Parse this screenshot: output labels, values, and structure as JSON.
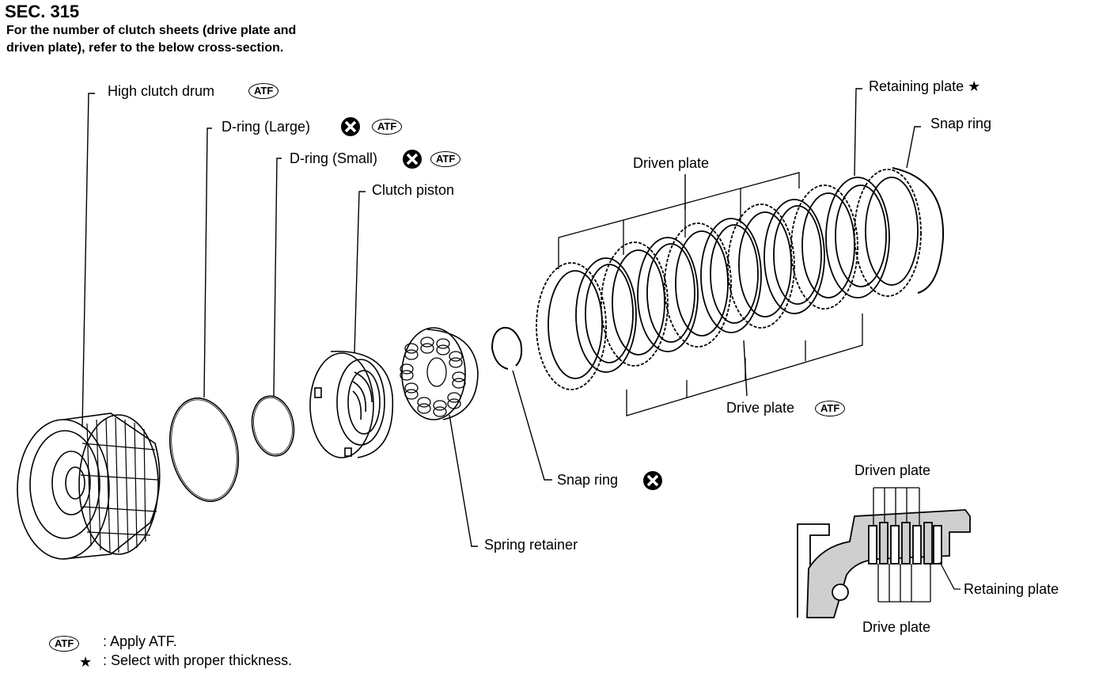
{
  "section": "SEC. 315",
  "note_line1": "For the number of clutch sheets (drive plate and",
  "note_line2": "driven plate), refer to the below cross-section.",
  "atf_tag": "ATF",
  "labels": {
    "high_clutch_drum": "High clutch drum",
    "d_ring_large": "D-ring (Large)",
    "d_ring_small": "D-ring (Small)",
    "clutch_piston": "Clutch piston",
    "driven_plate": "Driven plate",
    "retaining_plate": "Retaining plate",
    "snap_ring_top": "Snap ring",
    "drive_plate": "Drive plate",
    "snap_ring_mid": "Snap ring",
    "spring_retainer": "Spring retainer"
  },
  "star": "★",
  "cross_section": {
    "driven_plate": "Driven plate",
    "drive_plate": "Drive plate",
    "retaining_plate": "Retaining plate"
  },
  "legend": {
    "atf_text": ": Apply ATF.",
    "star_text": ": Select with proper thickness."
  }
}
